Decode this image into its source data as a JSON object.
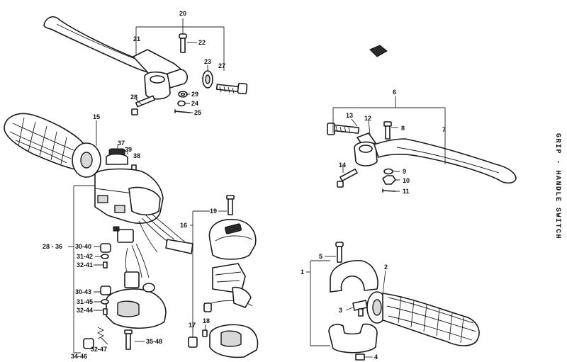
{
  "page_title": "GRIP - HANDLE SWITCH",
  "labels": [
    {
      "id": "20",
      "text": "20"
    },
    {
      "id": "21",
      "text": "21"
    },
    {
      "id": "22",
      "text": "22"
    },
    {
      "id": "23",
      "text": "23"
    },
    {
      "id": "27",
      "text": "27"
    },
    {
      "id": "28",
      "text": "28"
    },
    {
      "id": "29",
      "text": "29"
    },
    {
      "id": "24",
      "text": "24"
    },
    {
      "id": "25",
      "text": "25"
    },
    {
      "id": "15",
      "text": "15"
    },
    {
      "id": "37",
      "text": "37"
    },
    {
      "id": "39",
      "text": "39"
    },
    {
      "id": "38",
      "text": "38"
    },
    {
      "id": "28-36",
      "text": "28 - 36"
    },
    {
      "id": "30-40",
      "text": "30-40"
    },
    {
      "id": "31-42",
      "text": "31-42"
    },
    {
      "id": "32-41",
      "text": "32-41"
    },
    {
      "id": "30-43",
      "text": "30-43"
    },
    {
      "id": "31-45",
      "text": "31-45"
    },
    {
      "id": "32-44",
      "text": "32-44"
    },
    {
      "id": "32-47",
      "text": "32-47"
    },
    {
      "id": "34-46",
      "text": "34-46"
    },
    {
      "id": "35-48",
      "text": "35-48"
    },
    {
      "id": "19",
      "text": "19"
    },
    {
      "id": "16",
      "text": "16"
    },
    {
      "id": "17",
      "text": "17"
    },
    {
      "id": "18",
      "text": "18"
    },
    {
      "id": "6",
      "text": "6"
    },
    {
      "id": "13",
      "text": "13"
    },
    {
      "id": "12",
      "text": "12"
    },
    {
      "id": "8",
      "text": "8"
    },
    {
      "id": "7",
      "text": "7"
    },
    {
      "id": "14",
      "text": "14"
    },
    {
      "id": "9",
      "text": "9"
    },
    {
      "id": "10",
      "text": "10"
    },
    {
      "id": "11",
      "text": "11"
    },
    {
      "id": "5",
      "text": "5"
    },
    {
      "id": "1",
      "text": "1"
    },
    {
      "id": "2",
      "text": "2"
    },
    {
      "id": "3",
      "text": "3"
    },
    {
      "id": "4",
      "text": "4"
    }
  ]
}
